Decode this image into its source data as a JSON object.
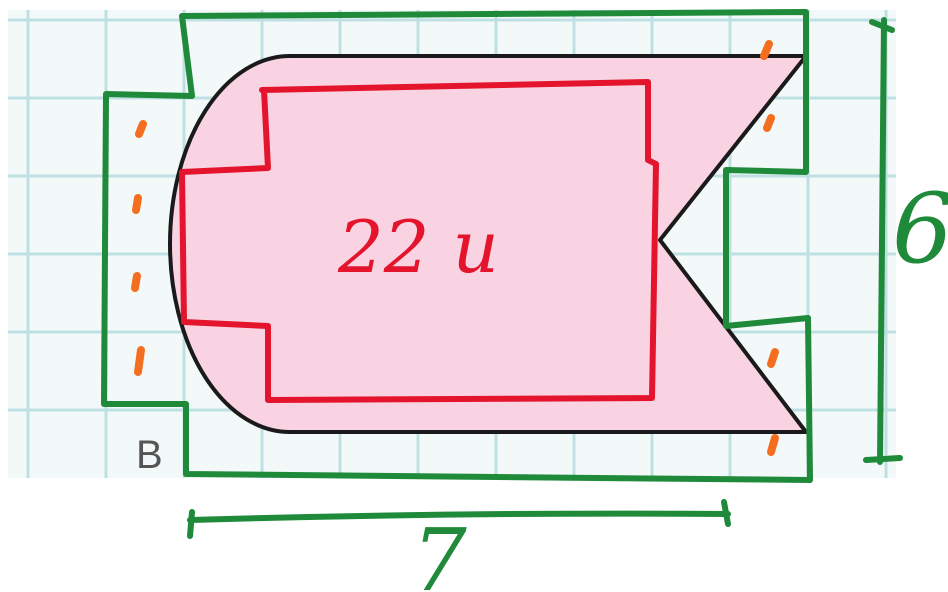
{
  "figure": {
    "label": "B",
    "area_annotation": "22 u",
    "width_annotation": "7",
    "height_annotation": "6",
    "grid": {
      "columns": 11,
      "rows": 6
    }
  },
  "colors": {
    "grid_background": "#f3f8f8",
    "grid_line": "#bfe0e3",
    "shape_fill": "#f9d3e2",
    "shape_outline": "#1a1a1a",
    "inner_outline": "#e3142b",
    "outer_outline": "#1e8a3a",
    "count_mark": "#f36f1f",
    "label_text": "#555555"
  }
}
